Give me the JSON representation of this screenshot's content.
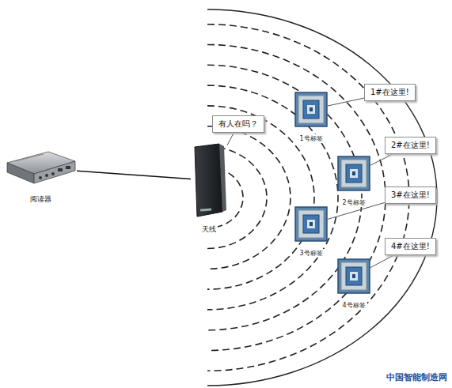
{
  "diagram": {
    "nodes": [
      {
        "text": [
          "阅读器"
        ]
      },
      {
        "text": [
          "天线"
        ]
      },
      {
        "text": [
          "有人在吗？"
        ]
      },
      {
        "text": [
          "1号标签"
        ]
      },
      {
        "text": [
          "1#在这里!"
        ]
      },
      {
        "text": [
          "2号标签"
        ]
      },
      {
        "text": [
          "2#在这里!"
        ]
      },
      {
        "text": [
          "3号标签"
        ]
      },
      {
        "text": [
          "3#在这里!"
        ]
      },
      {
        "text": [
          "4号标签"
        ]
      },
      {
        "text": [
          "4#在这里!"
        ]
      }
    ],
    "edges": [
      {
        "from": 0,
        "to": 1,
        "arrow": "none"
      },
      {
        "from": 2,
        "to": 1,
        "arrow": "none"
      },
      {
        "from": 4,
        "to": 3,
        "arrow": "none"
      },
      {
        "from": 6,
        "to": 5,
        "arrow": "none"
      },
      {
        "from": 8,
        "to": 7,
        "arrow": "none"
      },
      {
        "from": 10,
        "to": 9,
        "arrow": "none"
      }
    ],
    "labels": [
      "中国智能制造网"
    ]
  }
}
